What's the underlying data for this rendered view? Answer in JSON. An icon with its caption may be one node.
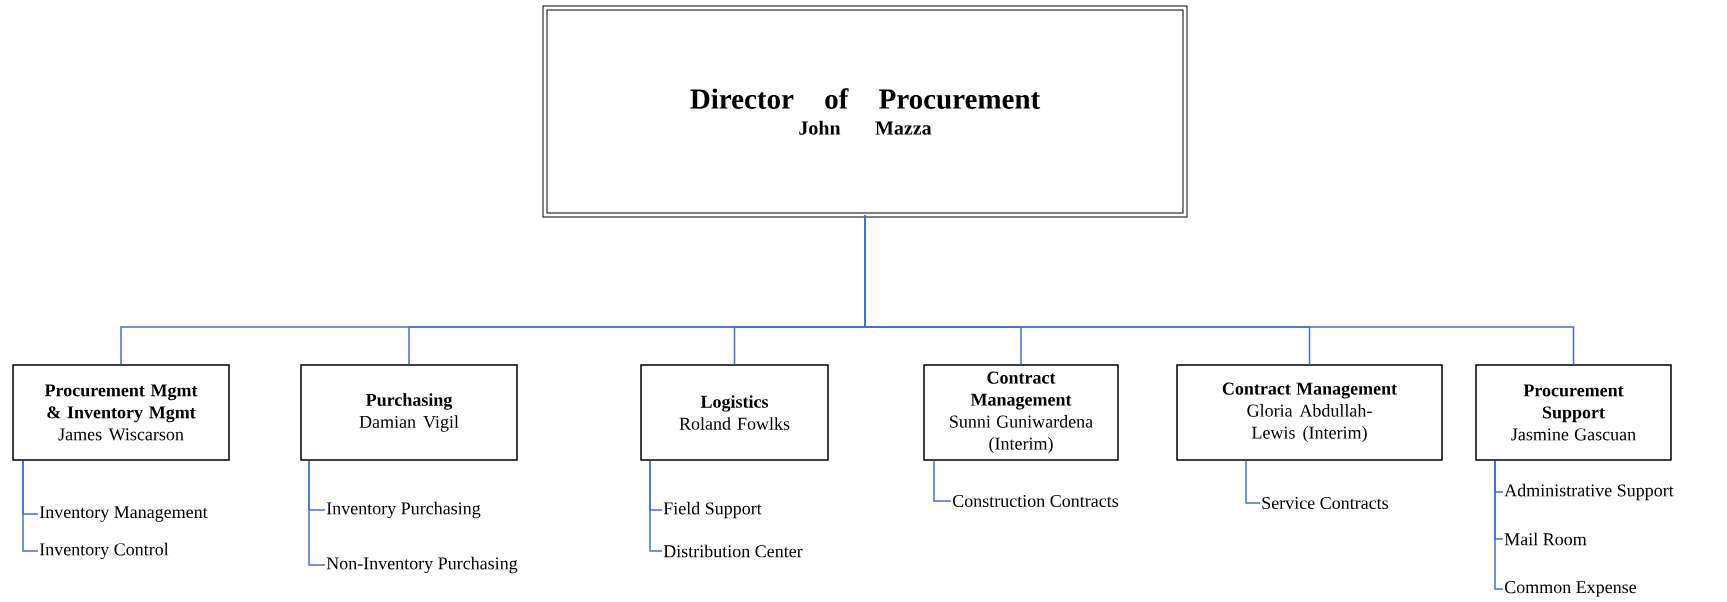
{
  "diagram": {
    "nodes": [
      {
        "text": [
          "Director of Procurement",
          "John Mazza"
        ]
      },
      {
        "text": [
          "Procurement Mgmt & Inventory Mgmt",
          "James Wiscarson"
        ]
      },
      {
        "text": [
          "Purchasing",
          "Damian Vigil"
        ]
      },
      {
        "text": [
          "Logistics",
          "Roland Fowlks"
        ]
      },
      {
        "text": [
          "Contract Management",
          "Sunni Guniwardena (Interim)"
        ]
      },
      {
        "text": [
          "Contract Management",
          "Gloria Abdullah-Lewis (Interim)"
        ]
      },
      {
        "text": [
          "Procurement Support",
          "Jasmine Gascuan"
        ]
      },
      {
        "text": [
          "Inventory Management"
        ]
      },
      {
        "text": [
          "Inventory Control"
        ]
      },
      {
        "text": [
          "Inventory Purchasing"
        ]
      },
      {
        "text": [
          "Non-Inventory Purchasing"
        ]
      },
      {
        "text": [
          "Field Support"
        ]
      },
      {
        "text": [
          "Distribution Center"
        ]
      },
      {
        "text": [
          "Construction Contracts"
        ]
      },
      {
        "text": [
          "Service Contracts"
        ]
      },
      {
        "text": [
          "Administrative Support"
        ]
      },
      {
        "text": [
          "Mail Room"
        ]
      },
      {
        "text": [
          "Common Expense"
        ]
      }
    ],
    "edges": [
      {
        "from": 0,
        "to": 1,
        "arrow": "none"
      },
      {
        "from": 0,
        "to": 2,
        "arrow": "none"
      },
      {
        "from": 0,
        "to": 3,
        "arrow": "none"
      },
      {
        "from": 0,
        "to": 4,
        "arrow": "none"
      },
      {
        "from": 0,
        "to": 5,
        "arrow": "none"
      },
      {
        "from": 0,
        "to": 6,
        "arrow": "none"
      },
      {
        "from": 1,
        "to": 7,
        "arrow": "none"
      },
      {
        "from": 1,
        "to": 8,
        "arrow": "none"
      },
      {
        "from": 2,
        "to": 9,
        "arrow": "none"
      },
      {
        "from": 2,
        "to": 10,
        "arrow": "none"
      },
      {
        "from": 3,
        "to": 11,
        "arrow": "none"
      },
      {
        "from": 3,
        "to": 12,
        "arrow": "none"
      },
      {
        "from": 4,
        "to": 13,
        "arrow": "none"
      },
      {
        "from": 5,
        "to": 14,
        "arrow": "none"
      },
      {
        "from": 6,
        "to": 15,
        "arrow": "none"
      },
      {
        "from": 6,
        "to": 16,
        "arrow": "none"
      },
      {
        "from": 6,
        "to": 17,
        "arrow": "none"
      }
    ]
  }
}
